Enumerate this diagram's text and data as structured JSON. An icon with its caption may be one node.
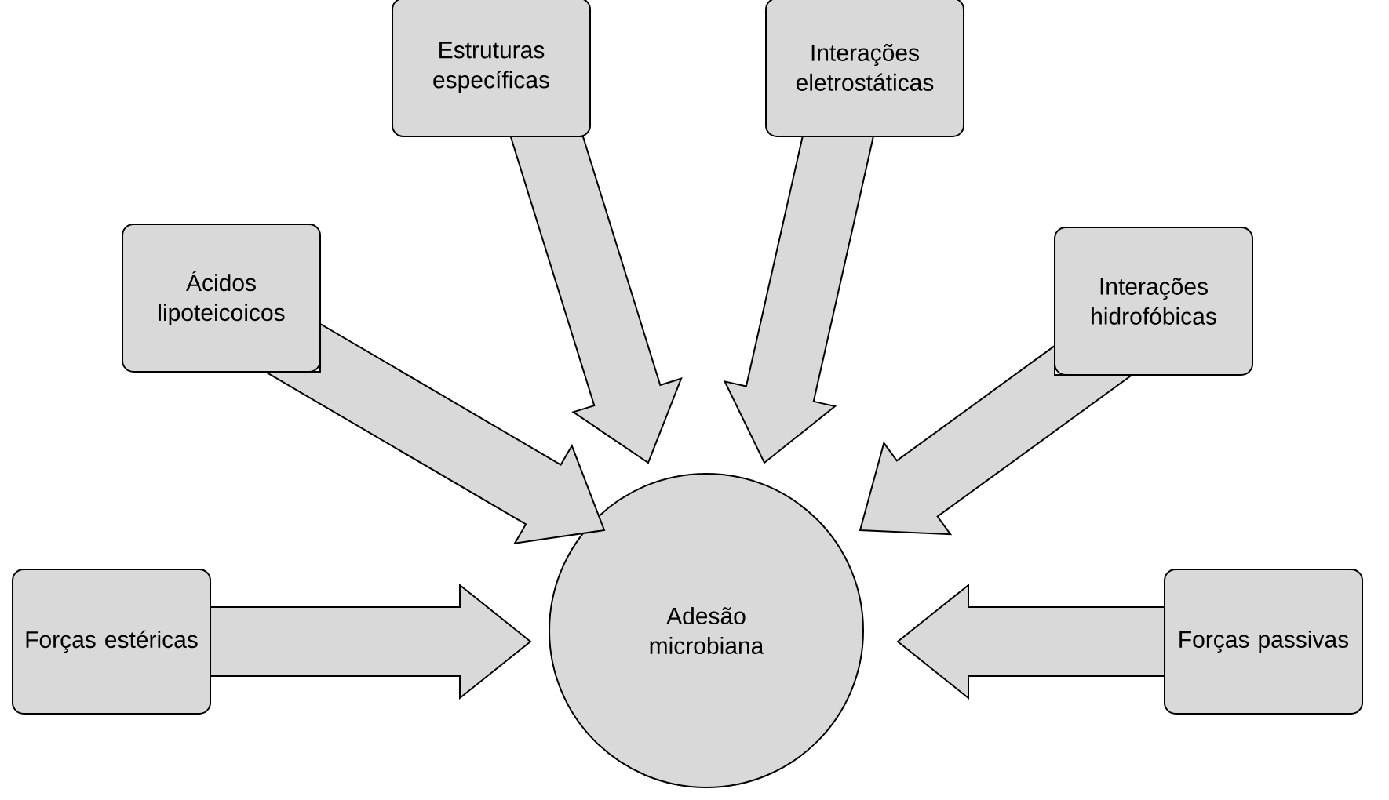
{
  "diagram": {
    "nodes": [
      {
        "text": [
          "Estruturas específicas"
        ]
      },
      {
        "text": [
          "Interações eletrostáticas"
        ]
      },
      {
        "text": [
          "Ácidos lipoteicoicos"
        ]
      },
      {
        "text": [
          "Interações hidrofóbicas"
        ]
      },
      {
        "text": [
          "Forças estéricas"
        ]
      },
      {
        "text": [
          "Adesão microbiana"
        ]
      },
      {
        "text": [
          "Forças passivas"
        ]
      }
    ],
    "edges": [
      {
        "from": 0,
        "to": 5,
        "arrow": "to"
      },
      {
        "from": 1,
        "to": 5,
        "arrow": "to"
      },
      {
        "from": 2,
        "to": 5,
        "arrow": "to"
      },
      {
        "from": 3,
        "to": 5,
        "arrow": "to"
      },
      {
        "from": 4,
        "to": 5,
        "arrow": "to"
      },
      {
        "from": 6,
        "to": 5,
        "arrow": "to"
      }
    ]
  }
}
